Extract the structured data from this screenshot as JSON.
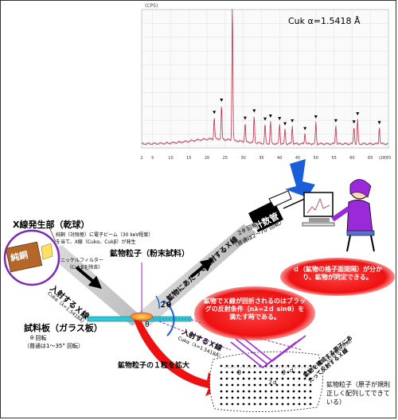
{
  "chart_data": {
    "type": "line",
    "title": "",
    "ylabel": "(CPS)",
    "xlabel": "(2θ)",
    "annotation": "Cuk α=1.5418 Å",
    "x_tick_labels": [
      "2",
      "5",
      "10",
      "15",
      "20",
      "25",
      "30",
      "35",
      "40",
      "45",
      "50",
      "55",
      "60",
      "65",
      "70"
    ],
    "xlim": [
      2,
      70
    ],
    "ylim": [
      0,
      100
    ],
    "grid": true,
    "peaks": [
      {
        "x": 22.0,
        "y": 16
      },
      {
        "x": 24.0,
        "y": 24
      },
      {
        "x": 27.0,
        "y": 100
      },
      {
        "x": 30.5,
        "y": 14
      },
      {
        "x": 33.0,
        "y": 19
      },
      {
        "x": 36.0,
        "y": 14
      },
      {
        "x": 37.5,
        "y": 16
      },
      {
        "x": 40.0,
        "y": 15
      },
      {
        "x": 41.5,
        "y": 11
      },
      {
        "x": 43.5,
        "y": 13
      },
      {
        "x": 47.0,
        "y": 8
      },
      {
        "x": 50.0,
        "y": 16
      },
      {
        "x": 55.5,
        "y": 14
      },
      {
        "x": 60.5,
        "y": 13
      },
      {
        "x": 61.5,
        "y": 18
      },
      {
        "x": 67.5,
        "y": 12
      }
    ]
  },
  "labels": {
    "xray_source": "X線発生部（乾球）",
    "copper": "純銅",
    "source_desc_1": "純銅（対陰極）に電子ビーム（30 keV程度）",
    "source_desc_2": "を当て、X線（Cukα、Cukβ）が発生",
    "nickel_filter": "ニッケルフィルター",
    "nickel_filter_sub": "（Cukβを除去）",
    "mineral_particle": "鉱物粒子（粉末試料）",
    "incident_xray": "入射するＸ線",
    "incident_xray_sub": "Cukα（λ=1.5418Å）",
    "reflected_xray": "鉱物にあたって反射するＸ線",
    "counter": "計数管",
    "two_theta_rotation": "２θ 回転",
    "two_theta_range": "（普通は2～70°回転）",
    "sample_plate": "試料板（ガラス板）",
    "theta_rotation": "θ 回転",
    "theta_range": "（普通は1～35° 回転）",
    "two_theta": "２θ",
    "theta": "θ",
    "d_bubble": "ｄ（鉱物の格子面間隔）が分かり、鉱物が同定できる。",
    "bragg_bubble": "鉱物でＸ線が回折されるのはブラッグの反射条件（nλ=2ｄ sinθ）を満たす時である。",
    "magnify": "鉱物粒子の１粒を拡大",
    "incident_xray_2": "入射するＸ線",
    "incident_xray_2_sub": "Cukα（λ=1.5418Å）",
    "reflected_xray_2": "鉱物を構成する原子にあたって反射するＸ線",
    "reflected_xray_2_sub": "（計数管の方向）",
    "crystal_label": "鉱物粒子（原子が規則正しく配列してできている）",
    "lattice_d": "d",
    "theta_small": "θ",
    "two_d": "２d"
  },
  "colors": {
    "peak_line": "#c0304a",
    "bubble_red": "#ee1111",
    "arrow_blue": "#1a5ed8",
    "arrow_red": "#ee1111",
    "purple": "#9a2ad8",
    "cyan_plate": "#2fc8d8",
    "copper_box": "#b5672a"
  }
}
